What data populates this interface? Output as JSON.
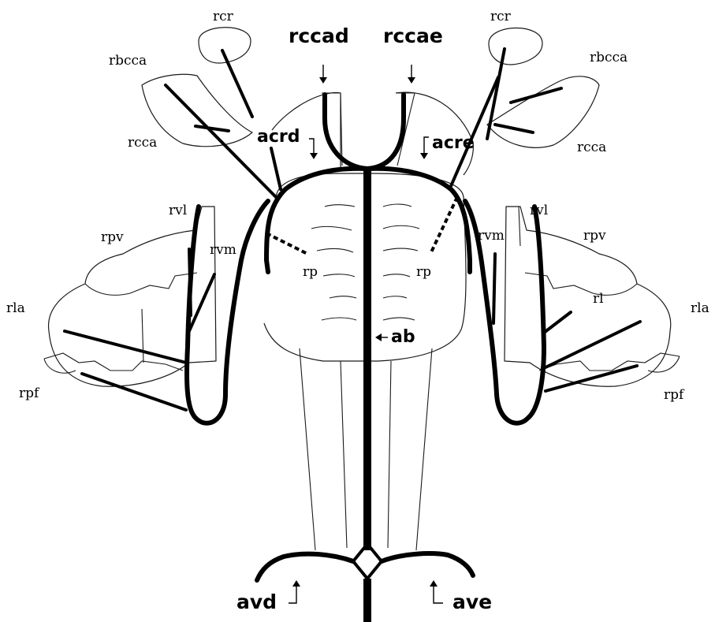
{
  "labels": {
    "rcr_left": "rcr",
    "rcr_right": "rcr",
    "rccad": "rccad",
    "rccae": "rccae",
    "rbcca_left": "rbcca",
    "rbcca_right": "rbcca",
    "rcca_left": "rcca",
    "rcca_right": "rcca",
    "acrd": "acrd",
    "acre": "acre",
    "rvl_left": "rvl",
    "rvl_right": "rvl",
    "rpv_left": "rpv",
    "rpv_right": "rpv",
    "rvm_left": "rvm",
    "rvm_right": "rvm",
    "rla_left": "rla",
    "rla_right": "rla",
    "rp_left": "rp",
    "rp_right": "rp",
    "rl": "rl",
    "ab": "ab",
    "rpf_left": "rpf",
    "rpf_right": "rpf",
    "avd": "avd",
    "ave": "ave"
  },
  "colors": {
    "line": "#000000",
    "background": "#ffffff"
  }
}
